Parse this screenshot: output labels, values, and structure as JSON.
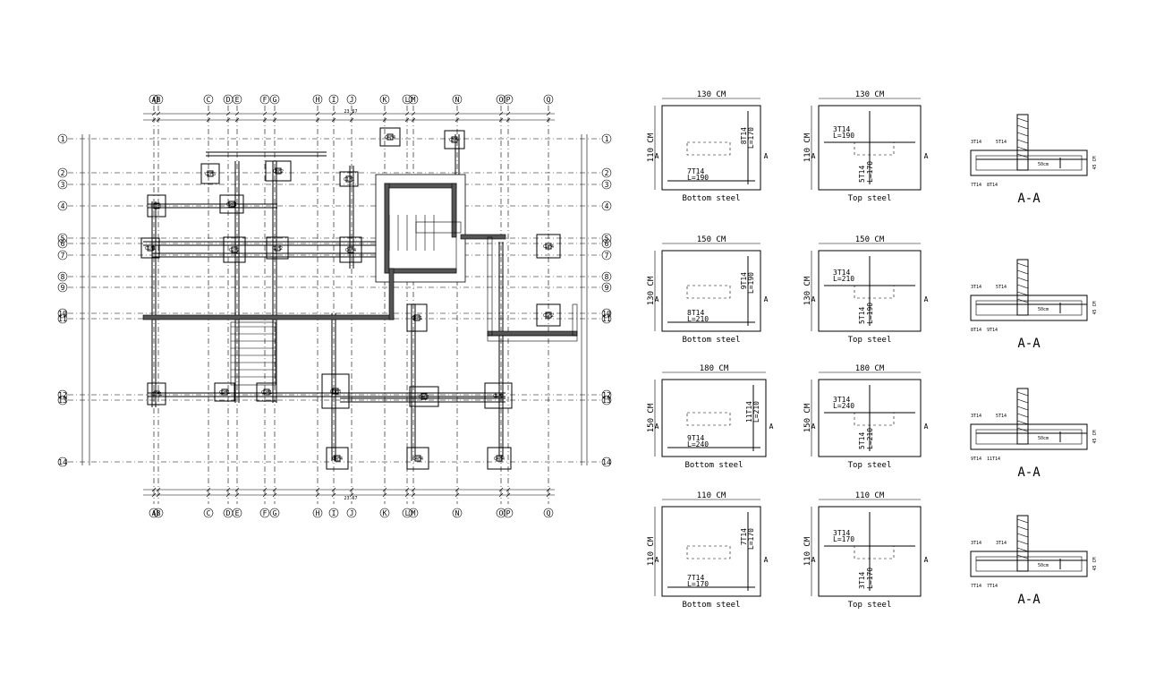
{
  "plan": {
    "grid_letters": [
      "A",
      "B",
      "C",
      "D",
      "E",
      "F",
      "G",
      "H",
      "I",
      "J",
      "K",
      "L",
      "M",
      "N",
      "O",
      "P",
      "Q"
    ],
    "grid_numbers": [
      "1",
      "2",
      "3",
      "4",
      "5",
      "6",
      "7",
      "8",
      "9",
      "10",
      "11",
      "12",
      "13",
      "14"
    ],
    "overall_dimension": "23.67",
    "footing_tags": [
      "C4F4",
      "C3F4",
      "C2F3",
      "C3F2",
      "C1F1",
      "C2F1",
      "C2F2",
      "C3F3",
      "C4F1",
      "C1F2",
      "C2F4",
      "C1F3"
    ]
  },
  "details": [
    {
      "bottom": {
        "width": "130 CM",
        "height": "110 CM",
        "bar_short": "7T14",
        "len_short": "L=190",
        "bar_long": "8T14",
        "len_long": "L=170",
        "caption": "Bottom steel"
      },
      "top": {
        "width": "130 CM",
        "height": "110 CM",
        "bar_short": "3T14",
        "len_short": "L=190",
        "bar_long": "5T14",
        "len_long": "L=170",
        "caption": "Top steel"
      },
      "section": {
        "title": "A-A",
        "top_left": "3T14",
        "top_right": "5T14",
        "bot_left": "7T14",
        "bot_right": "8T14",
        "cover": "50cm",
        "height": "45 CM"
      },
      "cut": "A"
    },
    {
      "bottom": {
        "width": "150 CM",
        "height": "130 CM",
        "bar_short": "8T14",
        "len_short": "L=210",
        "bar_long": "9T14",
        "len_long": "L=190",
        "caption": "Bottom steel"
      },
      "top": {
        "width": "150 CM",
        "height": "130 CM",
        "bar_short": "3T14",
        "len_short": "L=210",
        "bar_long": "5T14",
        "len_long": "L=190",
        "caption": "Top steel"
      },
      "section": {
        "title": "A-A",
        "top_left": "3T14",
        "top_right": "5T14",
        "bot_left": "8T14",
        "bot_right": "9T14",
        "cover": "50cm",
        "height": "45 CM"
      },
      "cut": "A"
    },
    {
      "bottom": {
        "width": "180 CM",
        "height": "150 CM",
        "bar_short": "9T14",
        "len_short": "L=240",
        "bar_long": "11T14",
        "len_long": "L=210",
        "caption": "Bottom steel"
      },
      "top": {
        "width": "180 CM",
        "height": "150 CM",
        "bar_short": "3T14",
        "len_short": "L=240",
        "bar_long": "5T14",
        "len_long": "L=210",
        "caption": "Top steel"
      },
      "section": {
        "title": "A-A",
        "top_left": "3T14",
        "top_right": "5T14",
        "bot_left": "9T14",
        "bot_right": "11T14",
        "cover": "50cm",
        "height": "45 CM"
      },
      "cut": "A"
    },
    {
      "bottom": {
        "width": "110 CM",
        "height": "110 CM",
        "bar_short": "7T14",
        "len_short": "L=170",
        "bar_long": "7T14",
        "len_long": "L=170",
        "caption": "Bottom steel"
      },
      "top": {
        "width": "110 CM",
        "height": "110 CM",
        "bar_short": "3T14",
        "len_short": "L=170",
        "bar_long": "3T14",
        "len_long": "L=170",
        "caption": "Top steel"
      },
      "section": {
        "title": "A-A",
        "top_left": "3T14",
        "top_right": "3T14",
        "bot_left": "7T14",
        "bot_right": "7T14",
        "cover": "50cm",
        "height": "45 CM"
      },
      "cut": "A"
    }
  ]
}
